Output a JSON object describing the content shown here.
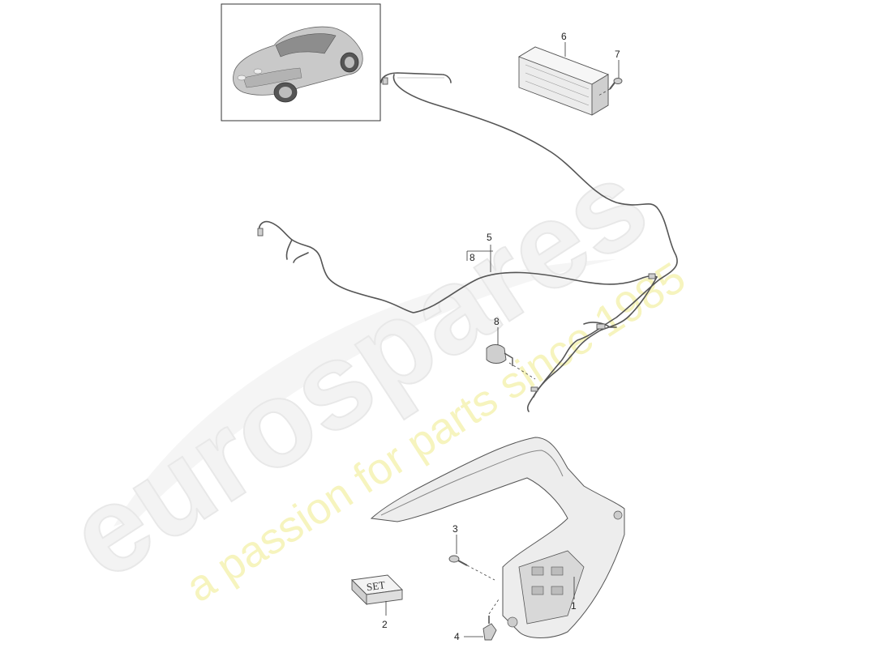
{
  "watermark": {
    "brand": "eurospares",
    "tagline": "a passion for parts since 1985"
  },
  "thumbnail": {
    "icon": "porsche-911-car-icon"
  },
  "callouts": {
    "c1": "1",
    "c2": "2",
    "c3": "3",
    "c4": "4",
    "c5": "5",
    "c5_sub": "8",
    "c6": "6",
    "c7": "7",
    "c8": "8"
  },
  "set_box": {
    "label": "SET"
  }
}
